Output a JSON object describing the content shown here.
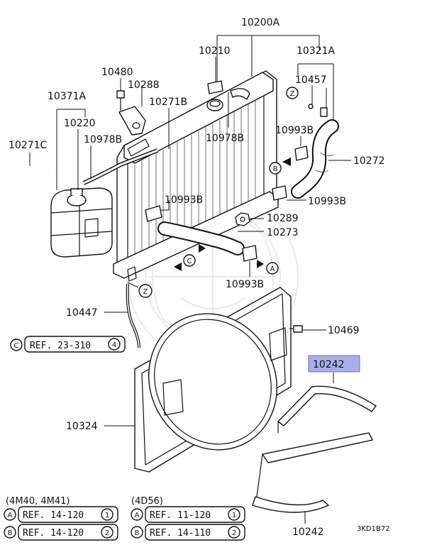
{
  "labels": {
    "p10200A": "10200A",
    "p10210": "10210",
    "p10321A": "10321A",
    "p10480": "10480",
    "p10288": "10288",
    "p10457": "10457",
    "p10371A": "10371A",
    "p10271B": "10271B",
    "p10220": "10220",
    "p10978B_a": "10978B",
    "p10978B_b": "10978B",
    "p10271C": "10271C",
    "p10993B_a": "10993B",
    "p10272": "10272",
    "p10993B_b": "10993B",
    "p10993B_c": "10993B",
    "p10289": "10289",
    "p10273": "10273",
    "p10993B_d": "10993B",
    "p10447": "10447",
    "p10469": "10469",
    "p10242_top": "10242",
    "p10324": "10324",
    "p10242_bottom": "10242"
  },
  "markers": {
    "z": "Z",
    "b": "B",
    "c": "C",
    "a": "A"
  },
  "refs": {
    "c_ref": "REF. 23-310",
    "c_ref_num": "4",
    "left_title": "(4M40, 4M41)",
    "right_title": "(4D56)",
    "a_left": "REF. 14-120",
    "a_left_num": "1",
    "b_left": "REF. 14-120",
    "b_left_num": "2",
    "a_right": "REF. 11-120",
    "a_right_num": "1",
    "b_right": "REF. 14-110",
    "b_right_num": "2"
  },
  "diagram_code": "3KD1B72",
  "colors": {
    "highlight": "#a9aee8",
    "highlight_border": "#6b71c9"
  }
}
